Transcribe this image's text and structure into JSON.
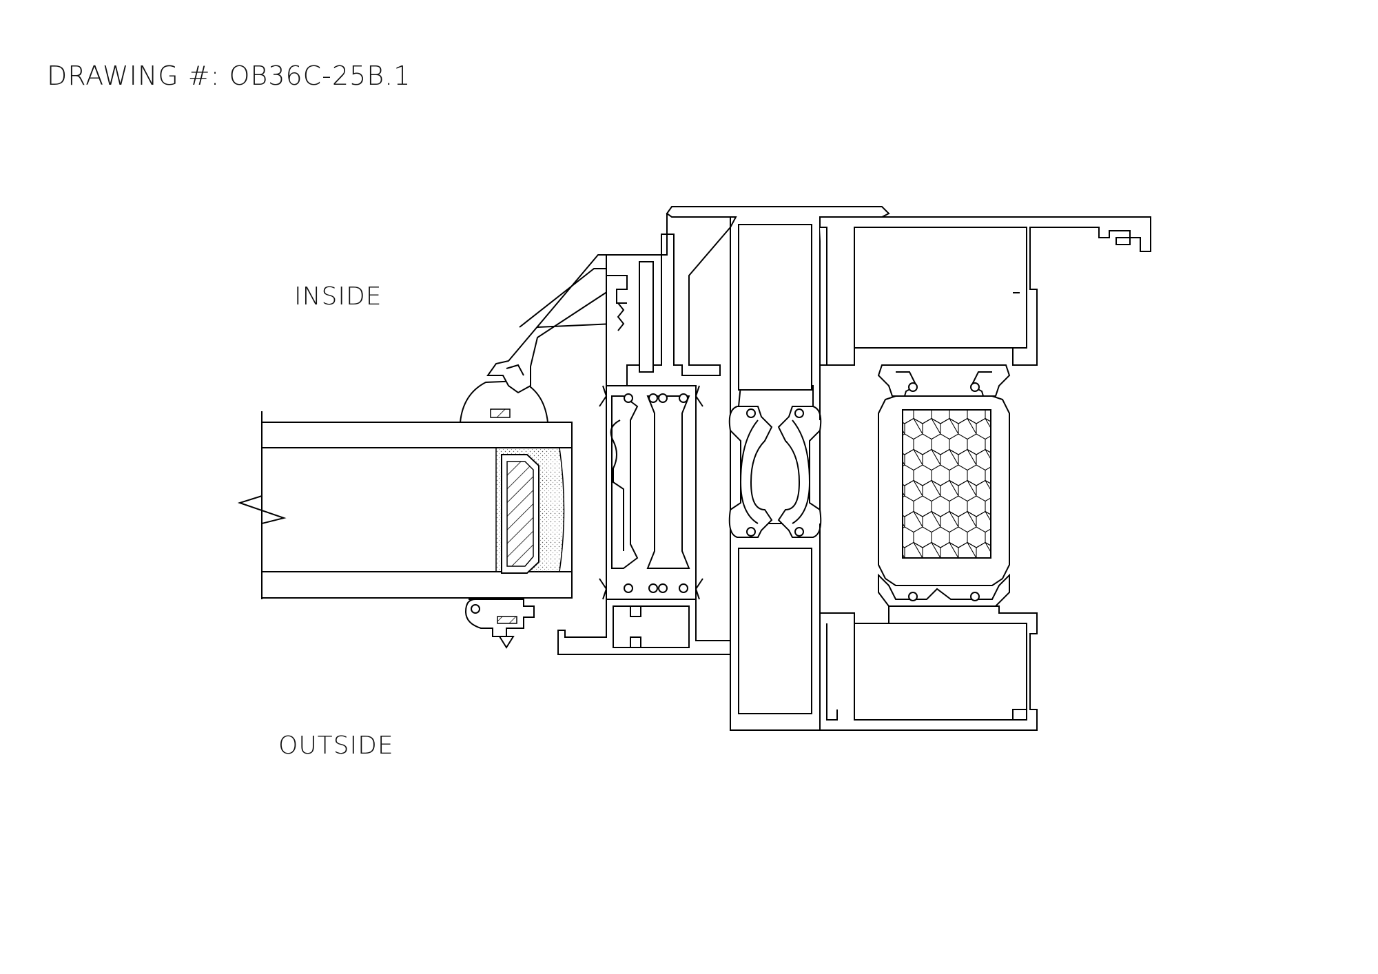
{
  "title": "DRAWING #: OB36C-25B.1",
  "labels": {
    "inside": "INSIDE",
    "outside": "OUTSIDE"
  }
}
